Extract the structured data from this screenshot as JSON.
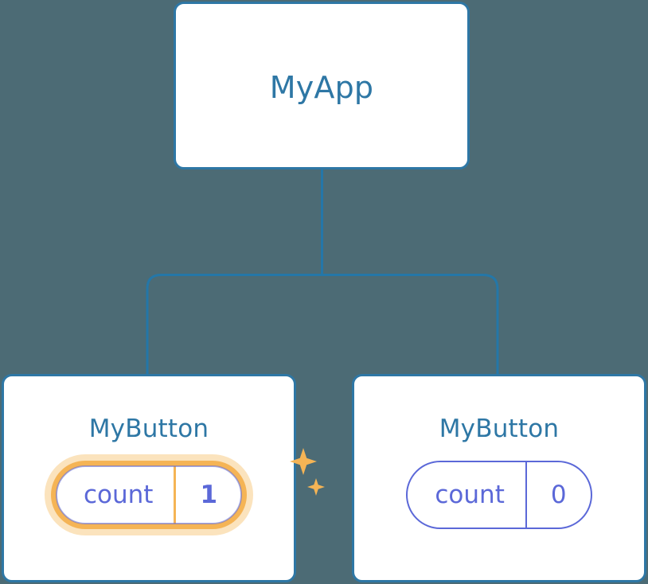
{
  "diagram": {
    "type": "component-tree",
    "background_color": "#4c6b75",
    "node_border_color": "#2e77a5",
    "node_text_color": "#2e77a5",
    "edge_color": "#2477a8",
    "state_text_color": "#5b68d8",
    "highlight_color": "#f5b455",
    "highlight_glow_color": "#fbe3bd",
    "root": {
      "label": "MyApp"
    },
    "children": [
      {
        "label": "MyButton",
        "state_key": "count",
        "state_value": "1",
        "highlighted": true,
        "sparkle_icons": [
          "sparkle-large-icon",
          "sparkle-small-icon"
        ]
      },
      {
        "label": "MyButton",
        "state_key": "count",
        "state_value": "0",
        "highlighted": false,
        "sparkle_icons": []
      }
    ]
  }
}
